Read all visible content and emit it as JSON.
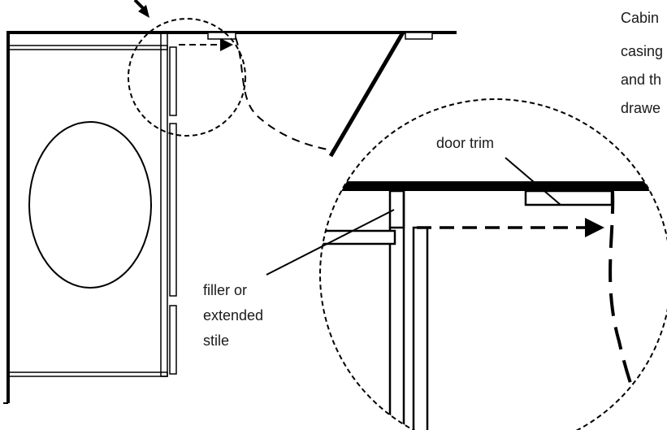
{
  "labels": {
    "door_trim": "door trim",
    "filler_line1": "filler or",
    "filler_line2": "extended",
    "filler_line3": "stile"
  },
  "side_note": {
    "line1": "Cabin",
    "line2": "casing",
    "line3": "and th",
    "line4": "drawe"
  },
  "colors": {
    "ink": "#000000",
    "text": "#1a1a1a",
    "background": "#ffffff"
  }
}
